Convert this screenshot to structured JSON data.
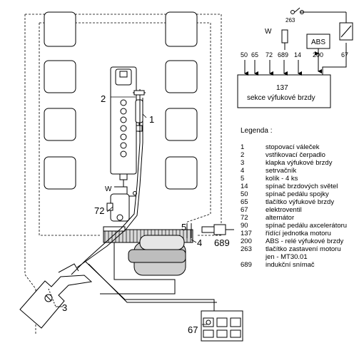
{
  "callouts": {
    "n1": "1",
    "n2": "2",
    "n3": "3",
    "n4": "4",
    "n5": "5",
    "n67": "67",
    "n72": "72",
    "n689": "689",
    "w_pump": "W"
  },
  "ecu": {
    "title_num": "137",
    "title_text": "sekce výfukové brzdy",
    "inputs": [
      "50",
      "65",
      "72",
      "689",
      "14",
      "200",
      "67"
    ],
    "w_label": "W",
    "relay_num": "263",
    "abs_label": "ABS"
  },
  "legend": {
    "heading": "Legenda :",
    "items": [
      {
        "num": "1",
        "text": "stopovací váleček"
      },
      {
        "num": "2",
        "text": "vstřikovací čerpadlo"
      },
      {
        "num": "3",
        "text": "klapka výfukové brzdy"
      },
      {
        "num": "4",
        "text": "setrvačník"
      },
      {
        "num": "5",
        "text": "kolík - 4 ks"
      },
      {
        "num": "14",
        "text": "spínač brzdových světel"
      },
      {
        "num": "50",
        "text": "spínač pedálu spojky"
      },
      {
        "num": "65",
        "text": "tlačítko výfukové brzdy"
      },
      {
        "num": "67",
        "text": "elektroventil"
      },
      {
        "num": "72",
        "text": "alternátor"
      },
      {
        "num": "90",
        "text": "spínač pedálu axcelerátoru"
      },
      {
        "num": "137",
        "text": "řídící jednotka motoru"
      },
      {
        "num": "200",
        "text": "ABS - relé výfukové brzdy"
      },
      {
        "num": "263",
        "text": "tlačítko zastavení motoru"
      },
      {
        "num": "",
        "text": "jen - MT30.01"
      },
      {
        "num": "689",
        "text": "indukční snímač"
      }
    ]
  }
}
